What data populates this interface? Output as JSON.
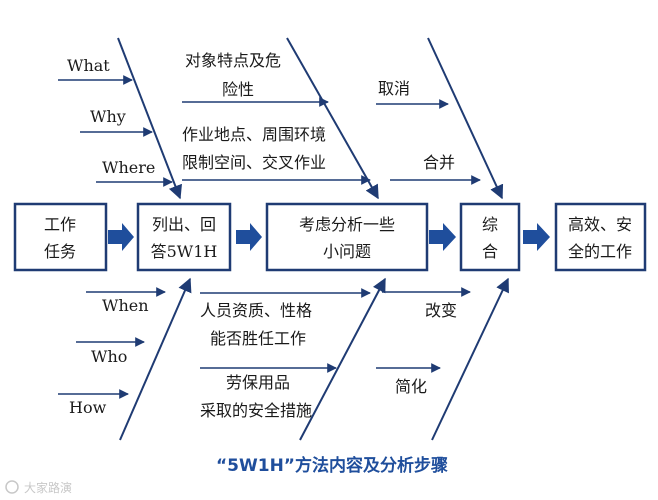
{
  "boxes": {
    "task": [
      "工作",
      "任务"
    ],
    "list": [
      "列出、回",
      "答5W1H"
    ],
    "consider": [
      "考虑分析一些",
      "小问题"
    ],
    "combine": [
      "综",
      "合"
    ],
    "result": [
      "高效、安",
      "全的工作"
    ]
  },
  "five_w_one_h": {
    "what": "What",
    "why": "Why",
    "where": "Where",
    "when": "When",
    "who": "Who",
    "how": "How"
  },
  "factors_top": {
    "object_line1": "对象特点及危",
    "object_line2": "险性",
    "place_line1": "作业地点、周围环境",
    "place_line2": "限制空间、交叉作业"
  },
  "factors_bottom": {
    "personnel_line1": "人员资质、性格",
    "personnel_line2": "能否胜任工作",
    "ppe_line1": "劳保用品",
    "ppe_line2": "采取的安全措施"
  },
  "methods": {
    "cancel": "取消",
    "merge": "合并",
    "change": "改变",
    "simplify": "简化"
  },
  "caption": "“5W1H”方法内容及分析步骤",
  "watermark": "大家路演",
  "colors": {
    "line": "#1f3b73",
    "caption": "#1f4e9c",
    "block_arrow": "#1f4e9c"
  }
}
